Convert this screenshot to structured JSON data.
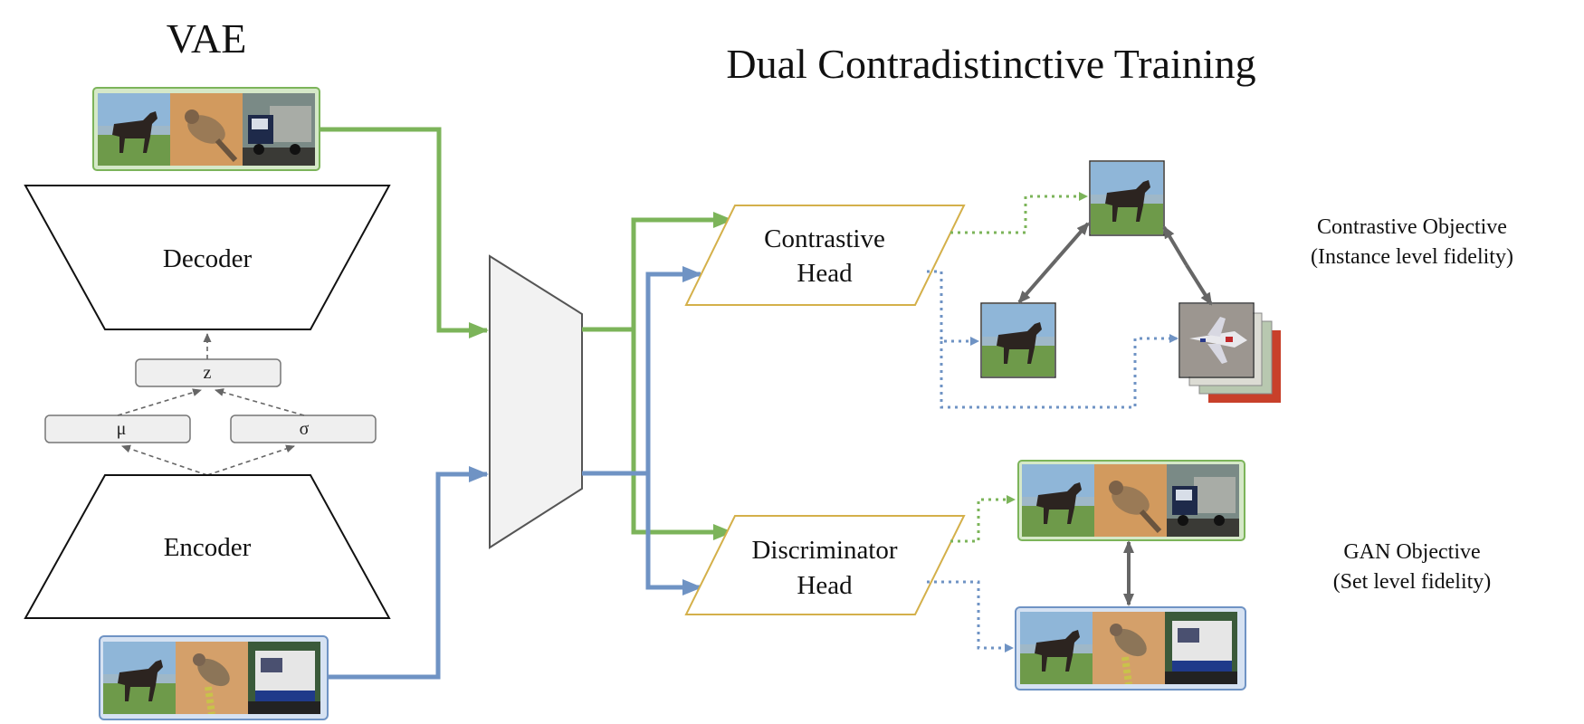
{
  "vae_title": "VAE",
  "main_title": "Dual Contradistinctive Training",
  "decoder_label": "Decoder",
  "encoder_label": "Encoder",
  "z_label": "z",
  "mu_label": "μ",
  "sigma_label": "σ",
  "contrastive_head": {
    "line1": "Contrastive",
    "line2": "Head"
  },
  "discriminator_head": {
    "line1": "Discriminator",
    "line2": "Head"
  },
  "contrastive_objective": {
    "line1": "Contrastive Objective",
    "line2": "(Instance level fidelity)"
  },
  "gan_objective": {
    "line1": "GAN Objective",
    "line2": "(Set level fidelity)"
  },
  "colors": {
    "real_green": "#7cb45a",
    "recon_blue": "#6f93c4",
    "head_border": "#d4b04a",
    "node_fill": "#efefef",
    "arrow_gray": "#666666"
  }
}
